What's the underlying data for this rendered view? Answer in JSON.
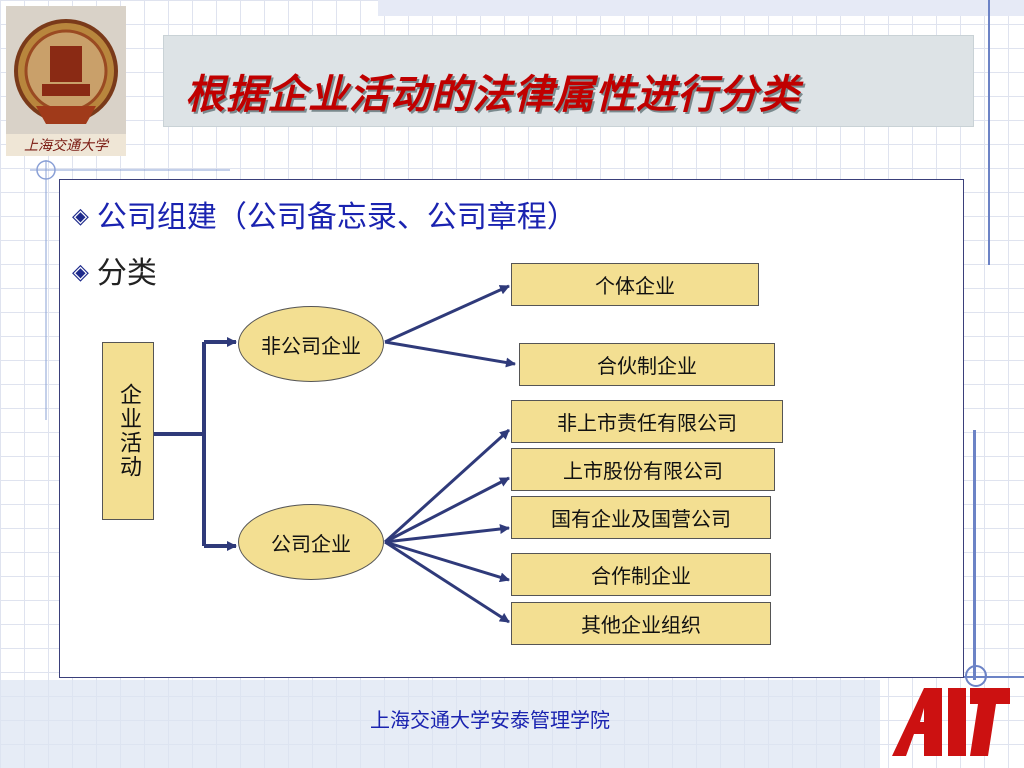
{
  "slide": {
    "title": "根据企业活动的法律属性进行分类",
    "logo_caption": "上海交通大学",
    "bullets": [
      "公司组建（公司备忘录、公司章程）",
      "分类"
    ],
    "footer": "上海交通大学安泰管理学院"
  },
  "diagram": {
    "root": "企业活动",
    "branches": [
      {
        "label": "非公司企业",
        "children": [
          "个体企业",
          "合伙制企业"
        ]
      },
      {
        "label": "公司企业",
        "children": [
          "非上市责任有限公司",
          "上市股份有限公司",
          "国有企业及国营公司",
          "合作制企业",
          "其他企业组织"
        ]
      }
    ]
  },
  "colors": {
    "title": "#c00000",
    "connector": "#2f3a7a",
    "box_fill": "#f3df92",
    "logo_red": "#cc1111"
  },
  "icons": {
    "bullet": "diamond-bullet-icon",
    "emblem": "university-emblem-icon",
    "brand": "ait-logo-icon"
  }
}
